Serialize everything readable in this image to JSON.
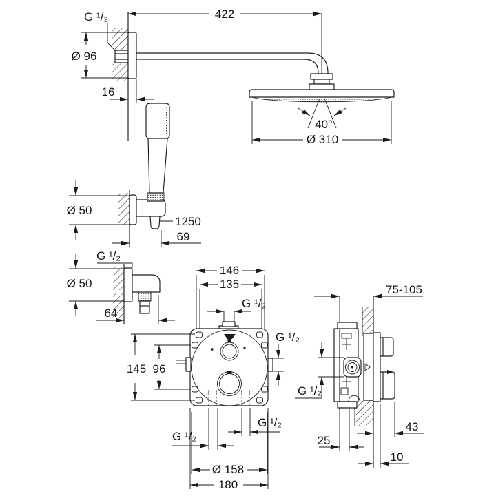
{
  "drawing": {
    "type": "technical-installation-diagram",
    "product": "concealed thermostatic shower set with head shower and hand shower",
    "line_color": "#1c1c1c",
    "bg_color": "#ffffff",
    "views": {
      "shower_arm": {
        "thread": "G ¹/₂",
        "arm_length": "422",
        "flange_diameter": "Ø 96",
        "flange_depth": "16"
      },
      "head_shower": {
        "spray_angle": "40°",
        "diameter": "Ø 310"
      },
      "hand_shower_holder": {
        "escutcheon_diameter": "Ø 50",
        "hose_length": "1250",
        "projection": "69"
      },
      "wall_outlet_elbow": {
        "thread": "G ¹/₂",
        "escutcheon_diameter": "Ø 50",
        "projection": "64"
      },
      "valve_front": {
        "hole_spacing_width_outer": "146",
        "hole_spacing_width_inner": "135",
        "top_thread": "G ¹/₂",
        "hole_spacing_height_outer": "145",
        "hole_spacing_height_inner": "96",
        "side_thread": "G ¹/₂",
        "bottom_right_thread": "G ¹/₂",
        "bottom_left_thread": "G ¹/₂",
        "flange_diameter": "Ø 158",
        "plate_width": "180"
      },
      "valve_side": {
        "install_depth_range": "75-105",
        "inlet_thread": "G ¹/₂",
        "box_depth": "25",
        "knob_projection": "43",
        "trim_gap": "10"
      }
    }
  }
}
